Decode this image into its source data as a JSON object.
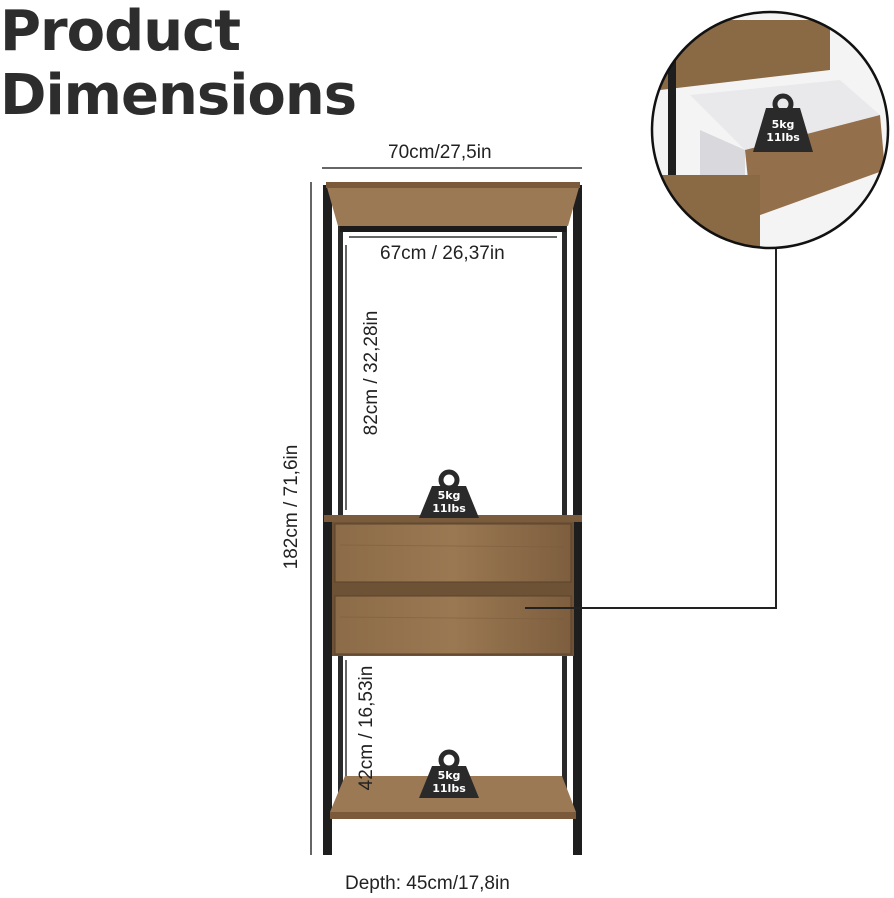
{
  "title": {
    "line1": "Product",
    "line2": "Dimensions"
  },
  "dimensions": {
    "width_top": "70cm/27,5in",
    "rail_width": "67cm / 26,37in",
    "hanging_height": "82cm / 32,28in",
    "total_height": "182cm / 71,6in",
    "lower_height": "42cm / 16,53in",
    "depth": "Depth: 45cm/17,8in"
  },
  "weight_badges": {
    "drawer_inset": {
      "kg": "5kg",
      "lbs": "11lbs"
    },
    "top_of_drawers": {
      "kg": "5kg",
      "lbs": "11lbs"
    },
    "bottom_shelf": {
      "kg": "5kg",
      "lbs": "11lbs"
    }
  },
  "colors": {
    "wood": "#8a6a47",
    "wood_dark": "#6f5236",
    "frame": "#1e1e1e",
    "badge": "#2a2a2a"
  },
  "icons": [
    "weight-icon",
    "drawer-detail-inset"
  ]
}
